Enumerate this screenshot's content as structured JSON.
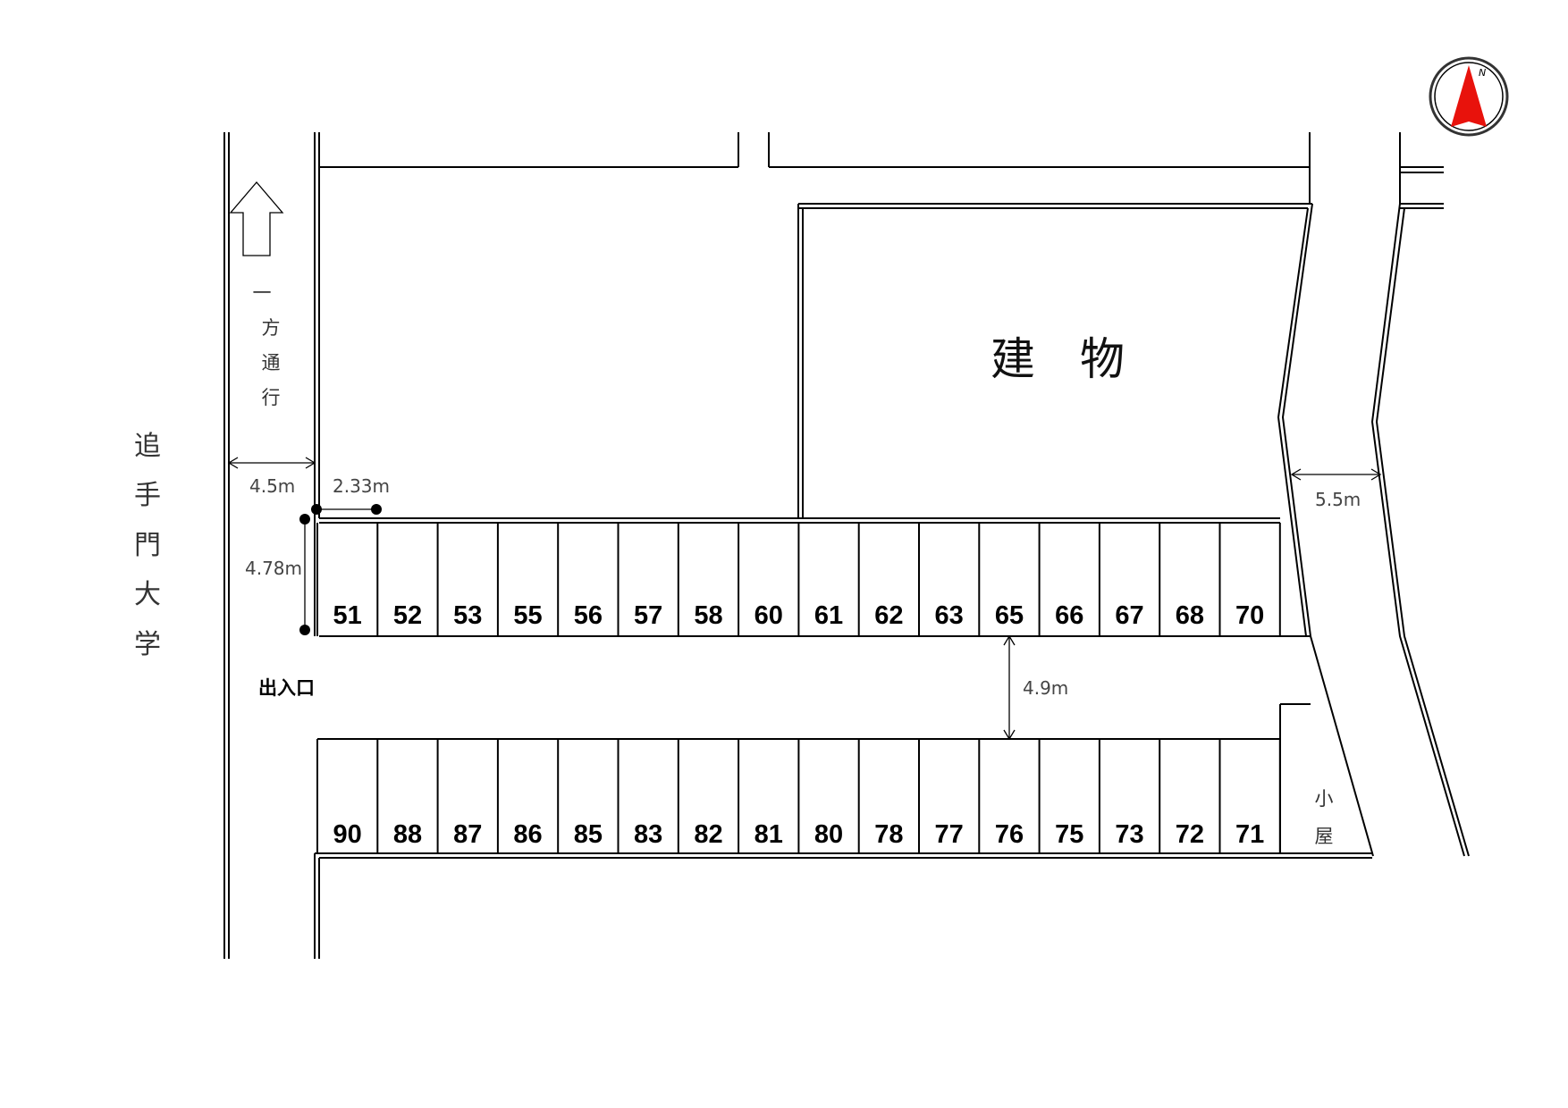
{
  "building_label": "建　物",
  "street_name": [
    "追",
    "手",
    "門",
    "大",
    "学"
  ],
  "one_way_label": [
    "一",
    "方",
    "通",
    "行"
  ],
  "hut_label": [
    "小",
    "屋"
  ],
  "entrance_label": "出入口",
  "measurements": {
    "road_width_left": "4.5m",
    "slot_width": "2.33m",
    "slot_depth": "4.78m",
    "aisle_width": "4.9m",
    "road_width_right": "5.5m"
  },
  "north_letter": "N",
  "colors": {
    "north_arrow": "#e8120c",
    "lines": "#000000"
  },
  "top_row_slots": [
    "51",
    "52",
    "53",
    "55",
    "56",
    "57",
    "58",
    "60",
    "61",
    "62",
    "63",
    "65",
    "66",
    "67",
    "68",
    "70"
  ],
  "bottom_row_slots": [
    "90",
    "88",
    "87",
    "86",
    "85",
    "83",
    "82",
    "81",
    "80",
    "78",
    "77",
    "76",
    "75",
    "73",
    "72",
    "71"
  ]
}
